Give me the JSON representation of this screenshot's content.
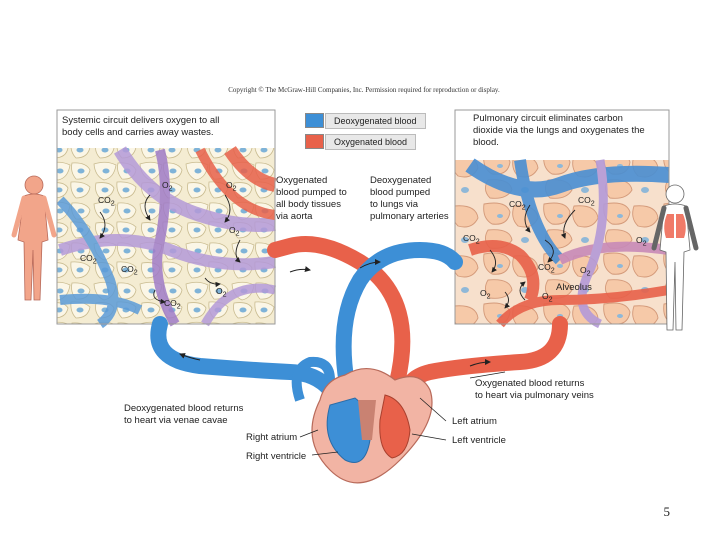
{
  "copyright": "Copyright © The McGraw-Hill Companies, Inc. Permission required for reproduction or display.",
  "legend": {
    "deoxygenated": "Deoxygenated blood",
    "oxygenated": "Oxygenated blood",
    "colors": {
      "deoxygenated": "#3d8fd6",
      "oxygenated": "#e8614a"
    }
  },
  "systemic_caption": "Systemic circuit delivers oxygen to all\nbody cells and carries away wastes.",
  "pulmonary_caption": "Pulmonary circuit eliminates carbon\ndioxide via the lungs and oxygenates the\nblood.",
  "labels": {
    "aorta": "Oxygenated\nblood pumped to\nall body tissues\nvia aorta",
    "pulmonary_arteries": "Deoxygenated\nblood pumped\nto lungs via\npulmonary arteries",
    "venae_cavae": "Deoxygenated blood returns\nto heart via venae cavae",
    "pulmonary_veins": "Oxygenated blood returns\nto heart via pulmonary veins",
    "right_atrium": "Right atrium",
    "right_ventricle": "Right ventricle",
    "left_atrium": "Left atrium",
    "left_ventricle": "Left ventricle",
    "alveolus": "Alveolus"
  },
  "chem": {
    "co2": "CO",
    "o2": "O",
    "sub2": "2"
  },
  "page_number": "5"
}
